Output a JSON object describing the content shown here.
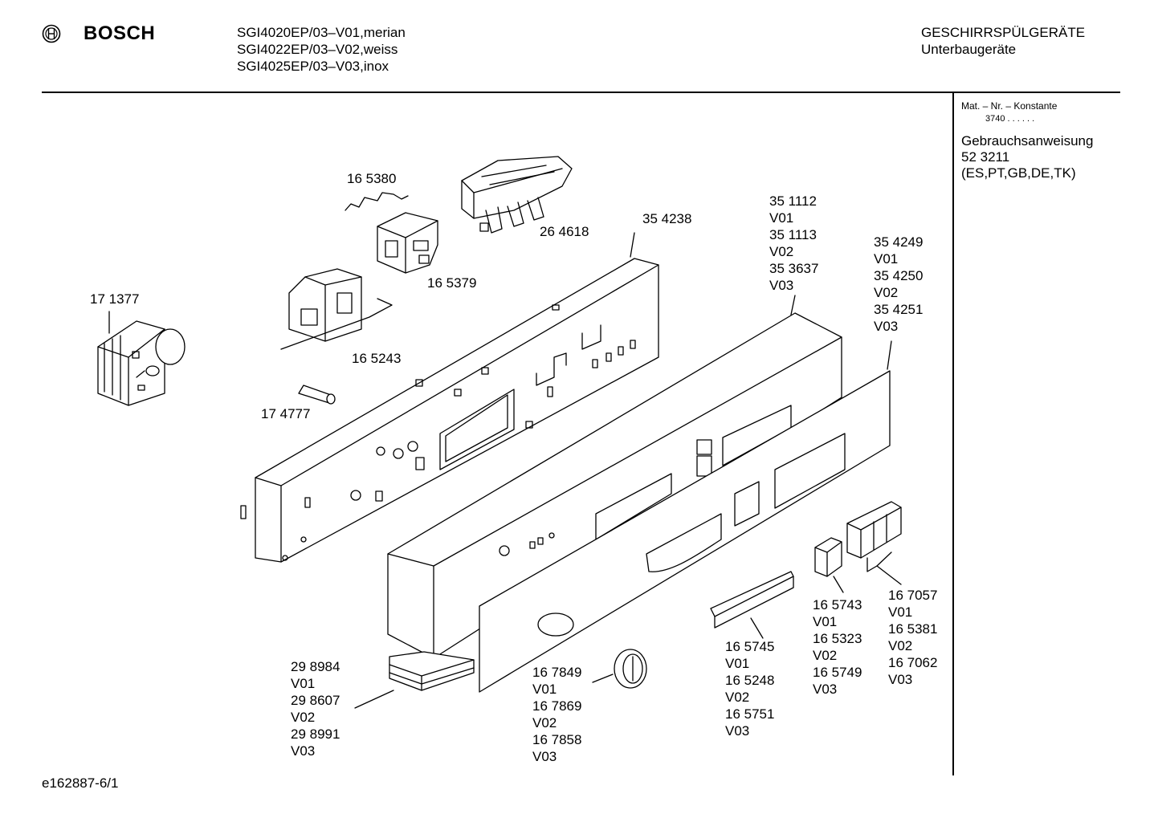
{
  "header": {
    "brand": "BOSCH",
    "models": [
      "SGI4020EP/03–V01,merian",
      "SGI4022EP/03–V02,weiss",
      "SGI4025EP/03–V03,inox"
    ],
    "category": "GESCHIRRSPÜLGERÄTE",
    "subcategory": "Unterbaugeräte"
  },
  "sidebar": {
    "mat_label": "Mat. – Nr. – Konstante",
    "mat_value": "3740  .  .   .  .  .  .",
    "manual_label": "Gebrauchsanweisung",
    "manual_number": "52 3211",
    "manual_languages": "(ES,PT,GB,DE,TK)"
  },
  "footer": {
    "code": "e162887-6/1"
  },
  "parts": {
    "p171377": [
      "17 1377"
    ],
    "p165380": [
      "16 5380"
    ],
    "p264618": [
      "26 4618"
    ],
    "p354238": [
      "35 4238"
    ],
    "p165379": [
      "16 5379"
    ],
    "p165243": [
      "16 5243"
    ],
    "p174777": [
      "17 4777"
    ],
    "p351112": [
      "35 1112",
      "V01",
      "35 1113",
      "V02",
      "35 3637",
      "V03"
    ],
    "p354249": [
      "35 4249",
      "V01",
      "35 4250",
      "V02",
      "35 4251",
      "V03"
    ],
    "p298984": [
      "29 8984",
      "V01",
      "29 8607",
      "V02",
      "29 8991",
      "V03"
    ],
    "p167849": [
      "16 7849",
      "V01",
      "16 7869",
      "V02",
      "16 7858",
      "V03"
    ],
    "p165745": [
      "16 5745",
      "V01",
      "16 5248",
      "V02",
      "16 5751",
      "V03"
    ],
    "p165743": [
      "16 5743",
      "V01",
      "16 5323",
      "V02",
      "16 5749",
      "V03"
    ],
    "p167057": [
      "16 7057",
      "V01",
      "16 5381",
      "V02",
      "16 7062",
      "V03"
    ]
  }
}
